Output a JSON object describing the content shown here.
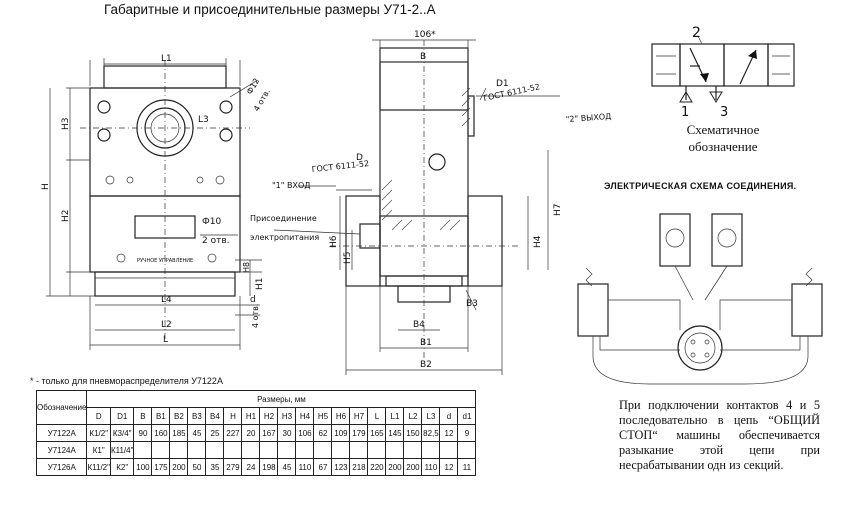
{
  "title": "Габаритные и присоединительные размеры У71-2..А",
  "front_view": {
    "labels": {
      "L1": "L1",
      "L3": "L3",
      "L4": "L4",
      "L2": "L2",
      "L": "L",
      "H": "H",
      "H2": "H2",
      "H3": "H3",
      "H1": "H1",
      "H8": "H8",
      "d": "d",
      "d1": "4 отв.",
      "phi12": "Ф12",
      "phi12_count": "4 отв.",
      "phi10": "Ф10",
      "phi10_count": "2 отв.",
      "plate": "РУЧНОЕ УПРАВЛЕНИЕ"
    }
  },
  "side_view": {
    "labels": {
      "dim_106": "106*",
      "B": "B",
      "D1": "D1",
      "gost_d1": "ГОСТ 6111-52",
      "out2": "\"2\" ВЫХОД",
      "D": "D",
      "gost_d": "ГОСТ 6111-52",
      "in1": "\"1\" ВХОД",
      "conn1": "Присоединение",
      "conn2": "электропитания",
      "H7": "H7",
      "H4": "H4",
      "H5": "H5",
      "H6": "H6",
      "B3": "B3",
      "B4": "B4",
      "B1": "B1",
      "B2": "B2"
    }
  },
  "schematic": {
    "port2": "2",
    "port1": "1",
    "port3": "3",
    "caption_line1": "Схематичное",
    "caption_line2": "обозначение"
  },
  "circuit": {
    "title": "ЭЛЕКТРИЧЕСКАЯ СХЕМА СОЕДИНЕНИЯ."
  },
  "note": "* - только для пневмораспределителя У7122А",
  "table": {
    "header_name": "Обозначение",
    "header_group": "Размеры, мм",
    "columns": [
      "D",
      "D1",
      "B",
      "B1",
      "B2",
      "B3",
      "B4",
      "H",
      "H1",
      "H2",
      "H3",
      "H4",
      "H5",
      "H6",
      "H7",
      "L",
      "L1",
      "L2",
      "L3",
      "d",
      "d1"
    ],
    "rows": [
      {
        "name": "У7122А",
        "values": [
          "К1/2\"",
          "К3/4\"",
          "90",
          "160",
          "185",
          "45",
          "25",
          "227",
          "20",
          "167",
          "30",
          "106",
          "62",
          "109",
          "179",
          "165",
          "145",
          "150",
          "82,5",
          "12",
          "9"
        ]
      },
      {
        "name": "У7124А",
        "values": [
          "К1\"",
          "К11/4\"",
          "",
          "",
          "",
          "",
          "",
          "",
          "",
          "",
          "",
          "",
          "",
          "",
          "",
          "",
          "",
          "",
          "",
          "",
          ""
        ]
      },
      {
        "name": "У7126А",
        "values": [
          "К11/2\"",
          "К2\"",
          "100",
          "175",
          "200",
          "50",
          "35",
          "279",
          "24",
          "198",
          "45",
          "110",
          "67",
          "123",
          "218",
          "220",
          "200",
          "200",
          "110",
          "12",
          "11"
        ]
      }
    ]
  },
  "info_text": "При подключении контактов 4 и 5 последовательно в цепь “ОБЩИЙ СТОП“ машины обеспечивается разыкание этой цепи при несрабатывании одн из секций."
}
